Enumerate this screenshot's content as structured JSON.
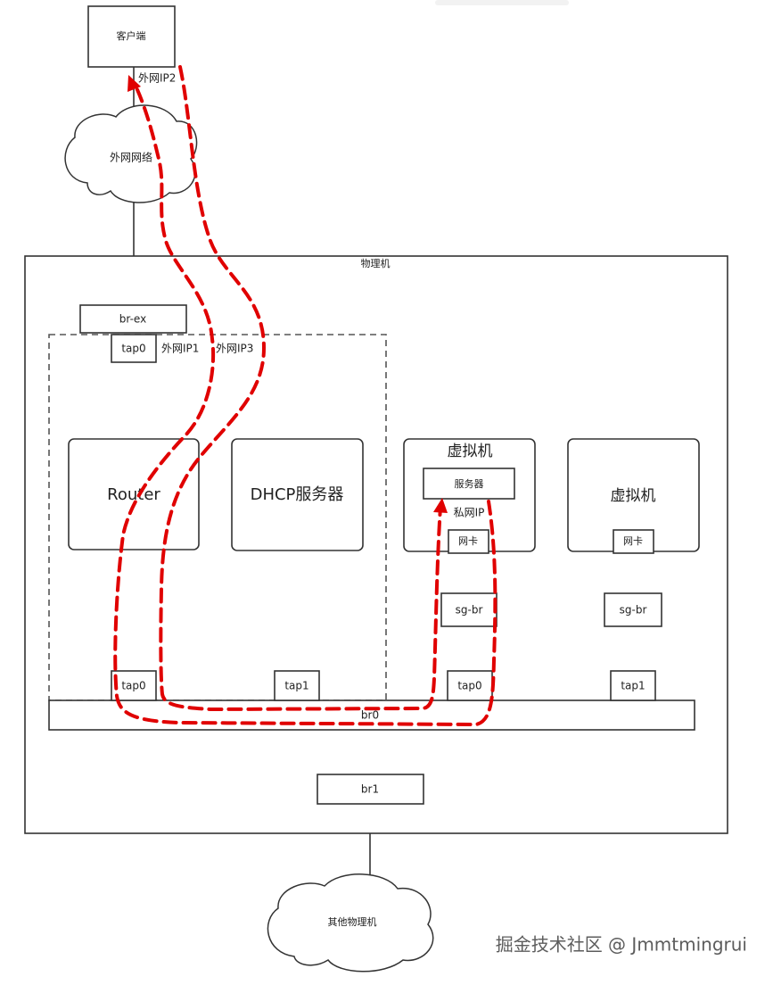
{
  "labels": {
    "client": "客户端",
    "wan_ip2": "外网IP2",
    "internet": "外网网络",
    "physical_host": "物理机",
    "br_ex": "br-ex",
    "tap0_top": "tap0",
    "wan_ip1": "外网IP1",
    "wan_ip3": "外网IP3",
    "router": "Router",
    "dhcp_server": "DHCP服务器",
    "vm1": "虚拟机",
    "server": "服务器",
    "private_ip": "私网IP",
    "vm1_nic": "网卡",
    "vm1_sgbr": "sg-br",
    "vm2": "虚拟机",
    "vm2_nic": "网卡",
    "vm2_sgbr": "sg-br",
    "router_tap0": "tap0",
    "dhcp_tap1": "tap1",
    "vm1_tap0": "tap0",
    "vm2_tap1": "tap1",
    "br0": "br0",
    "br1": "br1",
    "other_hosts": "其他物理机"
  },
  "watermark": "掘金技术社区 @ Jmmtmingrui",
  "colors": {
    "route": "#e00000",
    "lines": "#333333"
  }
}
